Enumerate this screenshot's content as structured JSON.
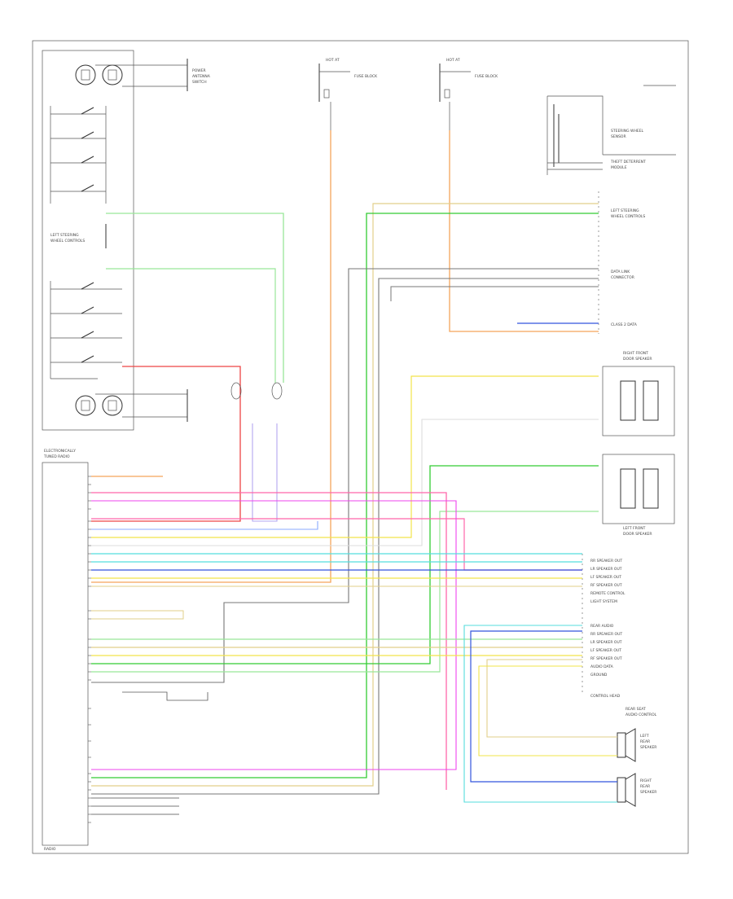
{
  "diagram": {
    "title": "",
    "footer_label": "RADIO",
    "component_labels": {
      "left_steering_controls": "LEFT STEERING WHEEL CONTROLS",
      "radio_module": "ELECTRONICALLY TUNED RADIO",
      "antenna_module": "POWER ANTENNA",
      "right_front_door_speaker": "RIGHT FRONT DOOR SPEAKER",
      "left_front_door_speaker": "LEFT FRONT DOOR SPEAKER",
      "rear_seat_audio": "REAR SEAT AUDIO CONTROL",
      "left_rear_speaker": "LEFT REAR SPEAKER",
      "right_rear_speaker": "RIGHT REAR SPEAKER",
      "fuse_block_1": "FUSE BLOCK",
      "fuse_block_2": "FUSE BLOCK",
      "steering_sensor": "STEERING WHEEL SENSOR",
      "theft_deterrent": "THEFT DETERRENT MODULE",
      "data_link": "DATA LINK CONNECTOR"
    },
    "wire_colors": {
      "orange": "#f5a55a",
      "green": "#33cc33",
      "light_green": "#99e699",
      "pink": "#ff66aa",
      "red": "#ee4444",
      "yellow": "#f2e44a",
      "tan": "#e2cf8a",
      "blue": "#3355dd",
      "light_blue": "#88aaff",
      "cyan": "#55dddd",
      "gray": "#777777",
      "magenta": "#ee44ee",
      "lavender": "#b3a6f0"
    }
  }
}
